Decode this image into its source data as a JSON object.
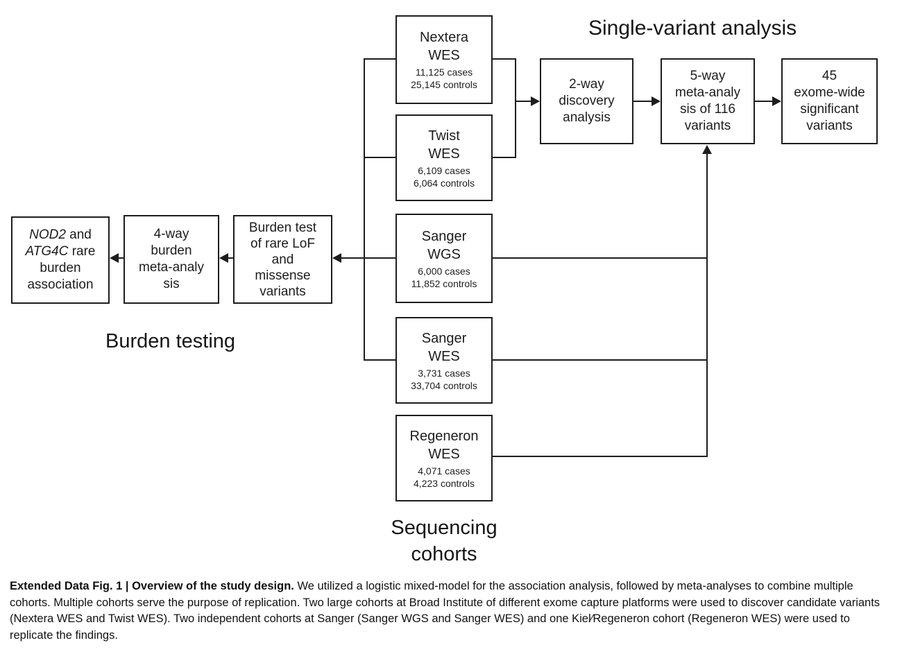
{
  "titles": {
    "single_variant": "Single-variant analysis",
    "burden_testing": "Burden testing",
    "sequencing_line1": "Sequencing",
    "sequencing_line2": "cohorts"
  },
  "cohorts": [
    {
      "platform": "Nextera",
      "assay": "WES",
      "cases": "11,125 cases",
      "controls": "25,145 controls"
    },
    {
      "platform": "Twist",
      "assay": "WES",
      "cases": "6,109 cases",
      "controls": "6,064 controls"
    },
    {
      "platform": "Sanger",
      "assay": "WGS",
      "cases": "6,000 cases",
      "controls": "11,852 controls"
    },
    {
      "platform": "Sanger",
      "assay": "WES",
      "cases": "3,731 cases",
      "controls": "33,704 controls"
    },
    {
      "platform": "Regeneron",
      "assay": "WES",
      "cases": "4,071 cases",
      "controls": "4,223 controls"
    }
  ],
  "analysis_boxes": {
    "discovery": {
      "lines": [
        "2-way",
        "discovery",
        "analysis"
      ]
    },
    "meta": {
      "lines": [
        "5-way",
        "meta-analy",
        "sis of 116",
        "variants"
      ]
    },
    "significant": {
      "lines": [
        "45",
        "exome-wide",
        "significant",
        "variants"
      ]
    },
    "burden_test": {
      "lines": [
        "Burden test",
        "of rare LoF",
        "and",
        "missense",
        "variants"
      ]
    },
    "burden_meta": {
      "lines": [
        "4-way",
        "burden",
        "meta-analy",
        "sis"
      ]
    },
    "burden_result": {
      "gene1": "NOD2",
      "after1": " and",
      "gene2": "ATG4C",
      "after2": " rare",
      "line3": "burden",
      "line4": "association"
    }
  },
  "caption": {
    "bold": "Extended Data Fig. 1 | Overview of the study design.",
    "text": " We utilized a logistic mixed-model for the association analysis, followed by meta-analyses to combine multiple cohorts. Multiple cohorts serve the purpose of replication. Two large cohorts at Broad Institute of different exome capture platforms were used to discover candidate variants (Nextera WES and Twist WES). Two independent cohorts at Sanger (Sanger WGS and Sanger WES) and one Kiel⁄Regeneron cohort (Regeneron WES) were used to replicate the findings."
  },
  "colors": {
    "line": "#1d1d1d",
    "text": "#1d1d1d",
    "background": "#ffffff"
  }
}
